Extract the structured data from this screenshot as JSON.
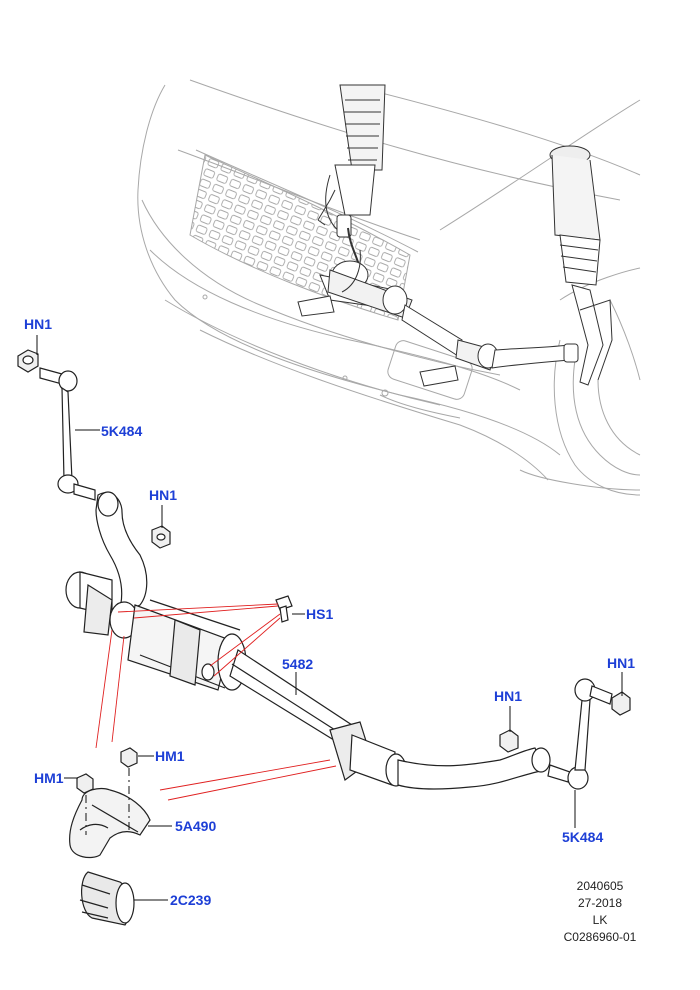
{
  "callouts": {
    "hn1_top_left": "HN1",
    "link_left": "5K484",
    "hn1_mid_left": "HN1",
    "hs1": "HS1",
    "bar": "5482",
    "hn1_right_top": "HN1",
    "hn1_right_mid": "HN1",
    "link_right": "5K484",
    "hm1_upper": "HM1",
    "hm1_lower": "HM1",
    "clamp": "5A490",
    "bush": "2C239"
  },
  "reference": {
    "line1": "2040605",
    "line2": "27-2018",
    "line3": "LK",
    "line4": "C0286960-01"
  },
  "colors": {
    "label": "#1d3fd6",
    "outline": "#222222",
    "vehicle_ghost": "#9a9a9a",
    "alignment_line": "#e02020"
  }
}
